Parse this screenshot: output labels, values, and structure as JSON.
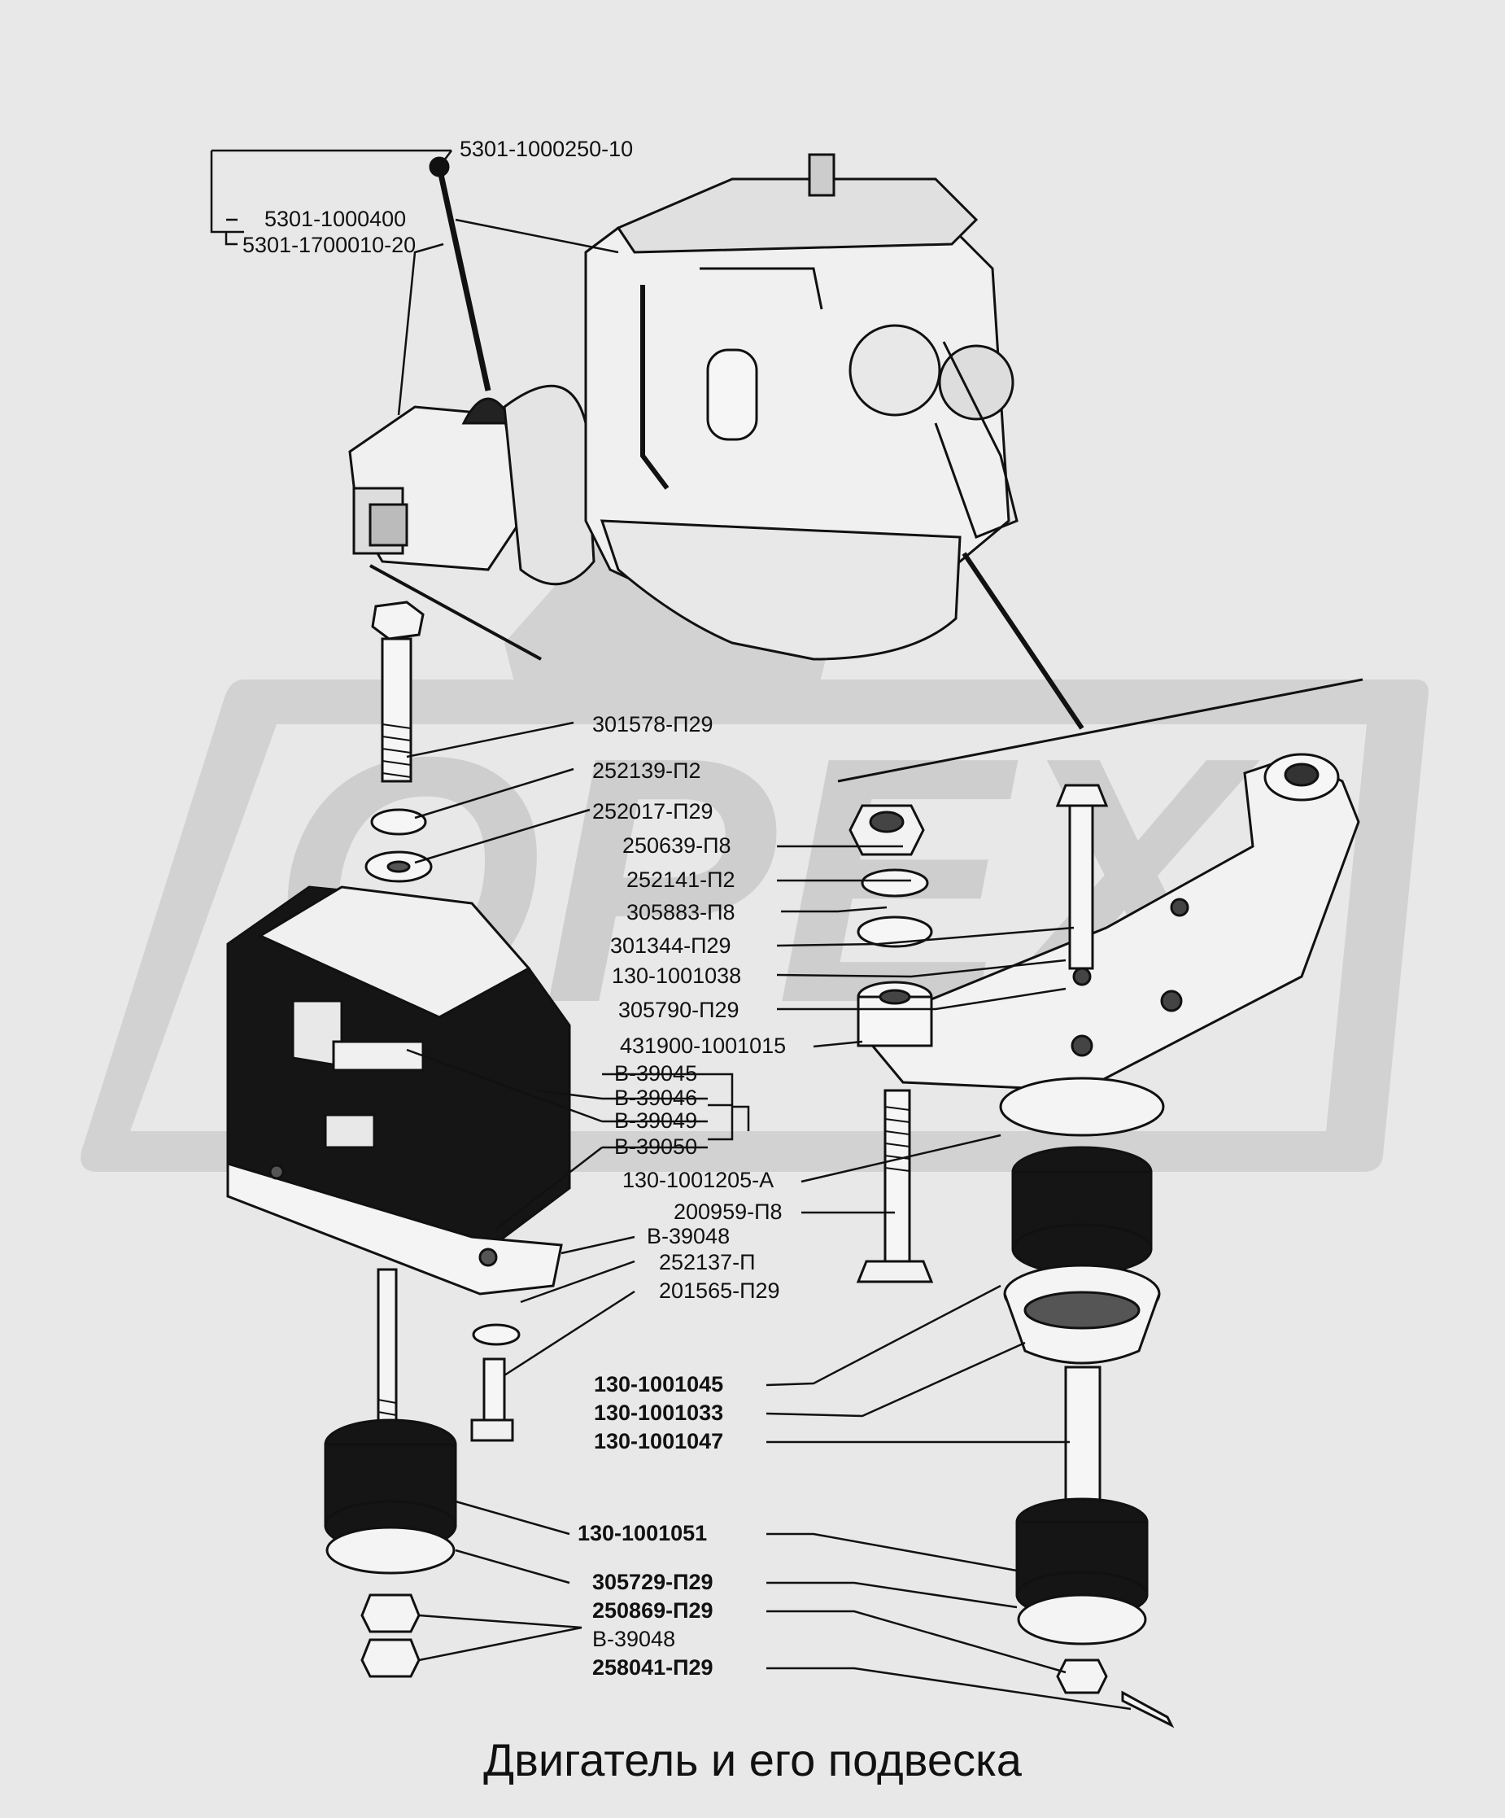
{
  "caption": "Двигатель и его подвеска",
  "watermark_text": "ОРЕХ",
  "colors": {
    "background": "#e8e8e8",
    "ink": "#111111",
    "watermark": "#d2d2d2",
    "rubber": "#151515"
  },
  "parts": {
    "p5301_1000250_10": "5301-1000250-10",
    "p5301_1000400": "5301-1000400",
    "p5301_1700010_20": "5301-1700010-20",
    "p301578": "301578-П29",
    "p252139": "252139-П2",
    "p252017": "252017-П29",
    "p250639": "250639-П8",
    "p252141": "252141-П2",
    "p305883": "305883-П8",
    "p301344": "301344-П29",
    "p130_1001038": "130-1001038",
    "p305790": "305790-П29",
    "p431900": "431900-1001015",
    "pB39045": "В-39045",
    "pB39046": "В-39046",
    "pB39049": "В-39049",
    "pB39050": "В-39050",
    "p130_1001205": "130-1001205-А",
    "p200959": "200959-П8",
    "pB39048a": "В-39048",
    "p252137": "252137-П",
    "p201565": "201565-П29",
    "p130_1001045": "130-1001045",
    "p130_1001033": "130-1001033",
    "p130_1001047": "130-1001047",
    "p130_1001051": "130-1001051",
    "p305729": "305729-П29",
    "p250869": "250869-П29",
    "pB39048b": "В-39048",
    "p258041": "258041-П29"
  }
}
